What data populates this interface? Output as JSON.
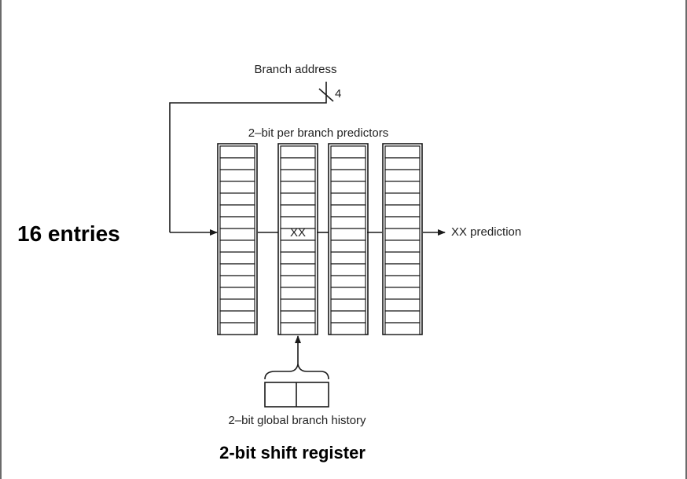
{
  "labels": {
    "branch_address": "Branch address",
    "address_width": "4",
    "predictors_title": "2–bit per branch predictors",
    "entries": "16 entries",
    "cell_value": "XX",
    "prediction": "XX prediction",
    "history_label": "2–bit global branch history",
    "shift_register": "2-bit shift register"
  },
  "predictor_table": {
    "columns": 4,
    "rows_per_column": 16,
    "selected_column": 2,
    "selected_row": 8
  },
  "history_register": {
    "bits": 2
  },
  "colors": {
    "line": "#1a1a1a",
    "frame": "#6b6b6b"
  }
}
